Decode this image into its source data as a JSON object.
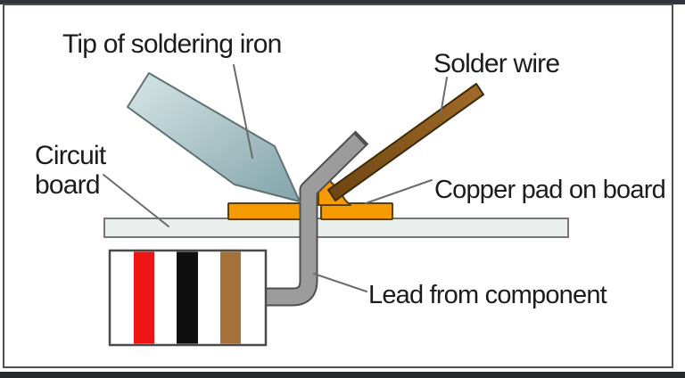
{
  "figure": {
    "labels": {
      "tip_of_iron": "Tip of soldering iron",
      "solder_wire": "Solder wire",
      "circuit_board": "Circuit\nboard",
      "copper_pad": "Copper pad on board",
      "lead_from_component": "Lead from component"
    },
    "colors": {
      "copper_pad": "#F59B00",
      "solder_blob": "#F59B00",
      "pad_outline": "#5C4000",
      "board_fill": "#E9EFEC",
      "board_outline": "#777777",
      "lead_gray": "#9C9C9C",
      "lead_outline": "#4F4F4F",
      "iron_light": "#D2E2E3",
      "iron_dark": "#88A9AE",
      "iron_outline": "#5F7175",
      "wire_light": "#A06A28",
      "wire_dark": "#6F4712",
      "wire_outline": "#3E2A06",
      "component_fill": "#FFFFFF",
      "component_outline": "#4A4A4A",
      "band_red": "#EE1515",
      "band_black": "#0F0F0F",
      "band_brown": "#A5713A",
      "label_line": "#6B6B6B",
      "text": "#1C1C1C"
    }
  }
}
